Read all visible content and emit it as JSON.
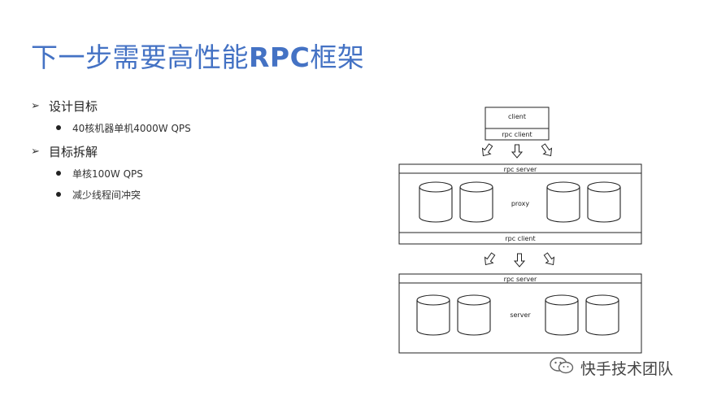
{
  "slide": {
    "title_prefix": "下一步需要高性能",
    "title_rpc": "RPC",
    "title_suffix": "框架"
  },
  "bullets": [
    {
      "label": "设计目标",
      "sub": [
        "40核机器单机4000W QPS"
      ]
    },
    {
      "label": "目标拆解",
      "sub": [
        "单核100W QPS",
        "减少线程间冲突"
      ]
    }
  ],
  "diagram": {
    "client_label": "client",
    "client_rpc_label": "rpc client",
    "proxy_top_label": "rpc server",
    "proxy_label": "proxy",
    "proxy_bottom_label": "rpc client",
    "server_top_label": "rpc server",
    "server_label": "server"
  },
  "watermark": {
    "text": "快手技术团队",
    "icon": "wechat-icon"
  }
}
